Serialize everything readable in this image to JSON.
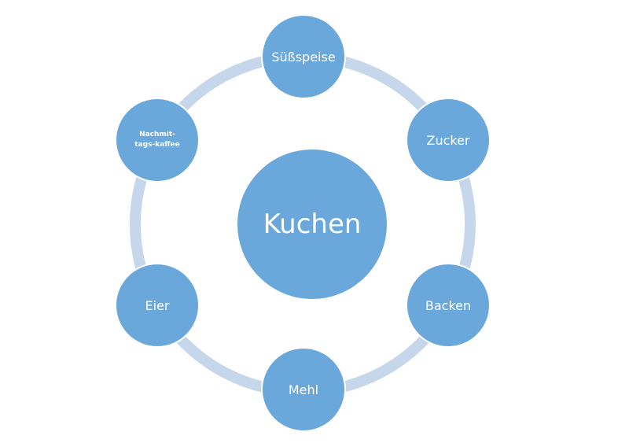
{
  "diagram": {
    "center": "Kuchen",
    "nodes": [
      "Süßspeise",
      "Zucker",
      "Backen",
      "Mehl",
      "Eier",
      "Nachmit-tags-kaffee"
    ]
  },
  "colors": {
    "node": "#6aa8db",
    "ring": "#c6d7ec"
  }
}
